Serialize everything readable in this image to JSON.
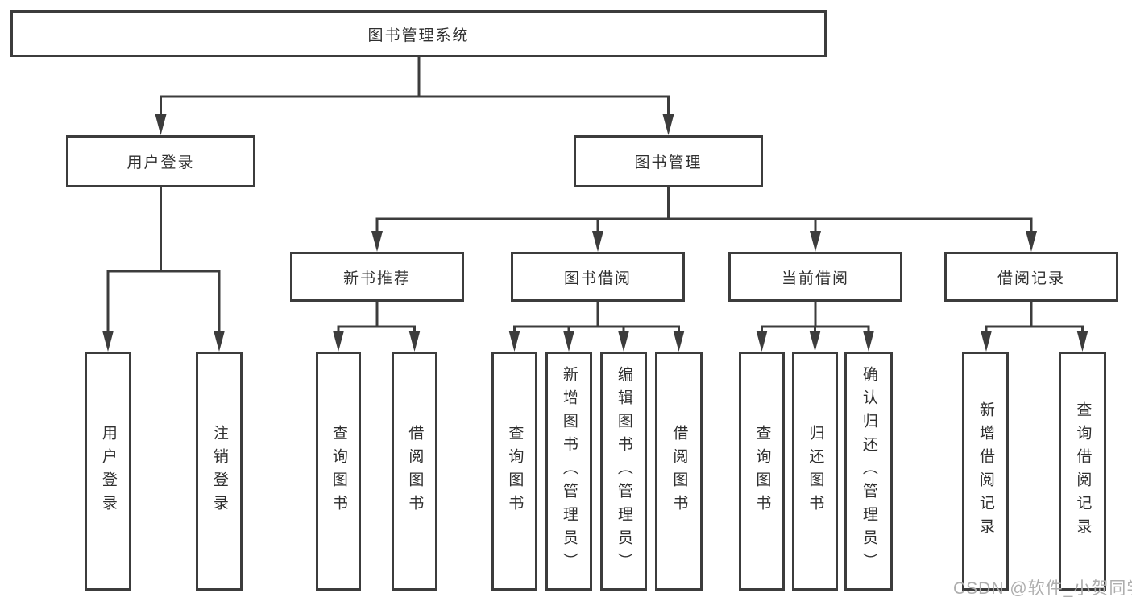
{
  "colors": {
    "line": "#3c3c3c",
    "text": "#2f2f2f",
    "watermark": "#aeaeae",
    "background": "#ffffff"
  },
  "watermark": "CSDN @软件_小贺同学",
  "diagram": {
    "root": {
      "label": "图书管理系统"
    },
    "level1": [
      {
        "label": "用户登录",
        "children": [
          {
            "label": "用户登录"
          },
          {
            "label": "注销登录"
          }
        ]
      },
      {
        "label": "图书管理",
        "groups": [
          {
            "label": "新书推荐",
            "children": [
              {
                "label": "查询图书"
              },
              {
                "label": "借阅图书"
              }
            ]
          },
          {
            "label": "图书借阅",
            "children": [
              {
                "label": "查询图书"
              },
              {
                "label": "新增图书（管理员）"
              },
              {
                "label": "编辑图书（管理员）"
              },
              {
                "label": "借阅图书"
              }
            ]
          },
          {
            "label": "当前借阅",
            "children": [
              {
                "label": "查询图书"
              },
              {
                "label": "归还图书"
              },
              {
                "label": "确认归还（管理员）"
              }
            ]
          },
          {
            "label": "借阅记录",
            "children": [
              {
                "label": "新增借阅记录"
              },
              {
                "label": "查询借阅记录"
              }
            ]
          }
        ]
      }
    ]
  }
}
